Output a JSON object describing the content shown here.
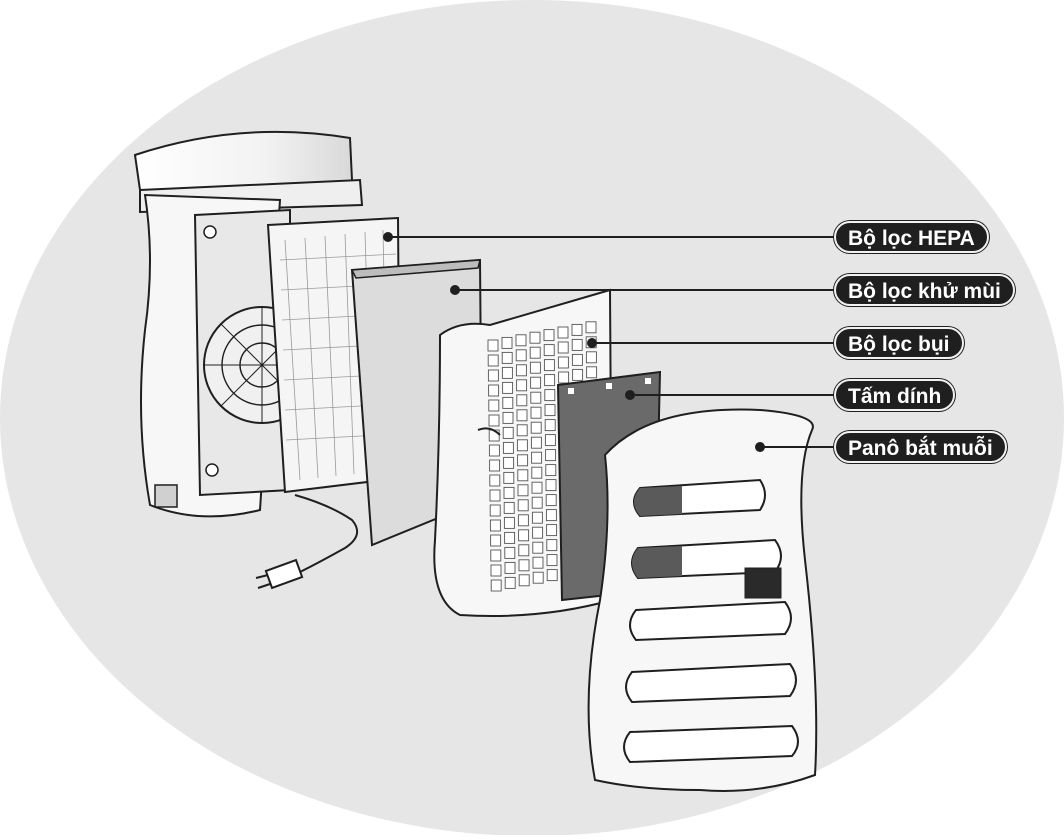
{
  "labels": {
    "hepa": "Bộ lọc HEPA",
    "deodorizing": "Bộ lọc khử mùi",
    "dust": "Bộ lọc bụi",
    "adhesive": "Tấm dính",
    "salt_panel": "Panô bắt muỗi"
  },
  "colors": {
    "background_ellipse": "#e6e6e6",
    "outline": "#1f1f1f",
    "unit_body": "#f7f7f7",
    "deodorizing_filter": "#dcdcdc",
    "adhesive_sheet": "#6a6a6a",
    "label_bg": "#1f1f1f",
    "label_text": "#ffffff"
  }
}
